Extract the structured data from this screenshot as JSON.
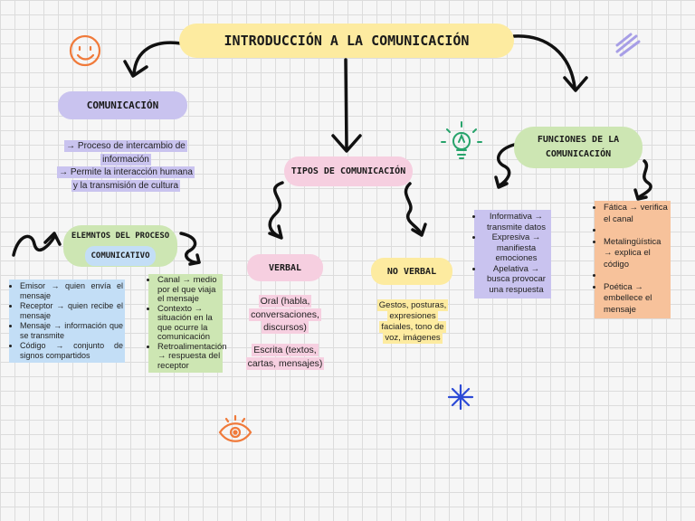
{
  "title": "INTRODUCCIÓN A LA COMUNICACIÓN",
  "comunicacion": {
    "label": "COMUNICACIÓN",
    "line1": "→ Proceso de intercambio de",
    "line2": "información",
    "line3": "→ Permite la interacción humana",
    "line4": "y la transmisión de cultura"
  },
  "elementos": {
    "label_line1": "ELEMNTOS DEL PROCESO",
    "label_line2": "COMUNICATIVO",
    "left_items": [
      "Emisor → quien envía el mensaje",
      "Receptor → quien recibe el mensaje",
      "Mensaje → información que se transmite",
      "Código → conjunto de signos compartidos"
    ],
    "right_items": [
      "Canal → medio por el que viaja el mensaje",
      "Contexto → situación en la que ocurre la comunicación",
      "Retroalimentación → respuesta del receptor"
    ]
  },
  "tipos": {
    "label": "TIPOS DE COMUNICACIÓN",
    "verbal": {
      "label": "VERBAL",
      "oral_line1": "Oral (habla,",
      "oral_line2": "conversaciones,",
      "oral_line3": "discursos)",
      "escrita_line1": "Escrita (textos,",
      "escrita_line2": "cartas, mensajes)"
    },
    "no_verbal": {
      "label": "NO VERBAL",
      "line1": "Gestos, posturas,",
      "line2": "expresiones",
      "line3": "faciales, tono de",
      "line4": "voz, imágenes"
    }
  },
  "funciones": {
    "label_line1": "FUNCIONES DE LA",
    "label_line2": "COMUNICACIÓN",
    "purple_items": [
      "Informativa → transmite datos",
      "Expresiva → manifiesta emociones",
      "Apelativa → busca provocar una respuesta"
    ],
    "orange_items": [
      "Fática → verifica el canal",
      "Metalingüística → explica el código",
      "Poética → embellece el mensaje"
    ]
  },
  "colors": {
    "title_bg": "#fdeba0",
    "comunicacion_bg": "#c9c3ef",
    "blue_box": "#c3def6",
    "green_box": "#cde6b3",
    "pink_box": "#f6cfe0",
    "yellow_box": "#fdeba0",
    "purple_box": "#c9c3ef",
    "orange_box": "#f7c29b"
  },
  "icons": [
    "smiley-icon",
    "scribble-icon",
    "lightbulb-icon",
    "star-burst-icon",
    "eye-icon"
  ]
}
